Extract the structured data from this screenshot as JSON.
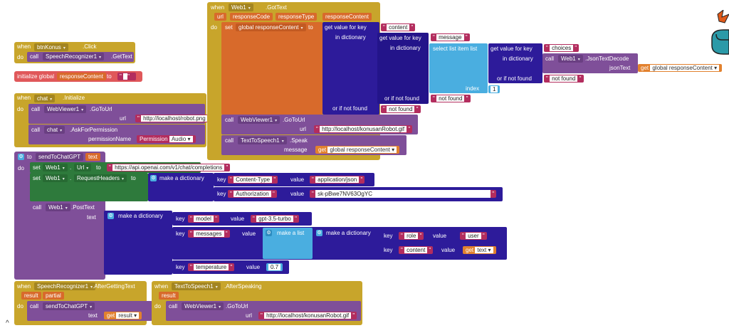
{
  "colors": {
    "event": "#c8a52b",
    "procedure": "#7f4f99",
    "text": "#b32d5e",
    "dictionary": "#2d1b9a",
    "variable": "#d86a2b",
    "list": "#4aaee0",
    "setter": "#2e7a3c"
  },
  "kw": {
    "when": "when",
    "do": "do",
    "call": "call",
    "set": "set",
    "to": "to",
    "key": "key",
    "value": "value",
    "initialize_global": "initialize global",
    "make_dictionary": "make a dictionary",
    "make_list": "make a list",
    "get": "get",
    "get_value_for_key": "get value for key",
    "in_dictionary": "in dictionary",
    "if_not_found": "or if not found",
    "select_list_item": "select list item  list",
    "index": "index",
    "url": "url",
    "text": "text",
    "message": "message",
    "jsonText": "jsonText",
    "permissionName": "permissionName",
    "result": "result",
    "partial": "partial",
    "dot": "."
  },
  "b1": {
    "component": "btnKonus",
    "event": ".Click",
    "call_comp": "SpeechRecognizer1",
    "call_method": ".GetText"
  },
  "b2": {
    "varname": "responseContent",
    "value": ""
  },
  "b3": {
    "component": "chat",
    "event": ".Initialize",
    "call1_comp": "WebViewer1",
    "call1_method": ".GoToUrl",
    "call1_url": "http://localhost/robot.png",
    "call2_comp": "chat",
    "call2_method": ".AskForPermission",
    "permission": "Permission",
    "perm_value": "Audio"
  },
  "b4": {
    "component": "Web1",
    "event": ".GotText",
    "params": [
      "url",
      "responseCode",
      "responseType",
      "responseContent"
    ],
    "set_var": "global responseContent",
    "key1": "content",
    "key2": "message",
    "key3": "choices",
    "json_comp": "Web1",
    "json_method": ".JsonTextDecode",
    "json_var": "global responseContent",
    "notfound1": "not found",
    "notfound2": "not found",
    "notfound3": "not found",
    "index": "1",
    "call2_comp": "WebViewer1",
    "call2_method": ".GoToUrl",
    "call2_url": "http://localhost/konusanRobot.gif",
    "call3_comp": "TextToSpeech1",
    "call3_method": ".Speak",
    "call3_var": "global responseContent"
  },
  "b5": {
    "proc": "sendToChatGPT",
    "param": "text",
    "set1_comp": "Web1",
    "set1_prop": "Url",
    "set1_value": "https://api.openai.com/v1/chat/completions",
    "set2_comp": "Web1",
    "set2_prop": "RequestHeaders",
    "h_key1": "Content-Type",
    "h_val1": "application/json",
    "h_key2": "Authorization",
    "h_val2": "sk-pBwe7NV63OgYC",
    "call_comp": "Web1",
    "call_method": ".PostText",
    "d_key1": "model",
    "d_val1": "gpt-3.5-turbo",
    "d_key2": "messages",
    "m_key1": "role",
    "m_val1": "user",
    "m_key2": "content",
    "m_var": "text",
    "d_key3": "temperature",
    "d_val3": "0.7"
  },
  "b6": {
    "component": "SpeechRecognizer1",
    "event": ".AfterGettingText",
    "params": [
      "result",
      "partial"
    ],
    "proc": "sendToChatGPT",
    "var": "result"
  },
  "b7": {
    "component": "TextToSpeech1",
    "event": ".AfterSpeaking",
    "params": [
      "result"
    ],
    "call_comp": "WebViewer1",
    "call_method": ".GoToUrl",
    "url": "http://localhost/konusanRobot.gif"
  }
}
